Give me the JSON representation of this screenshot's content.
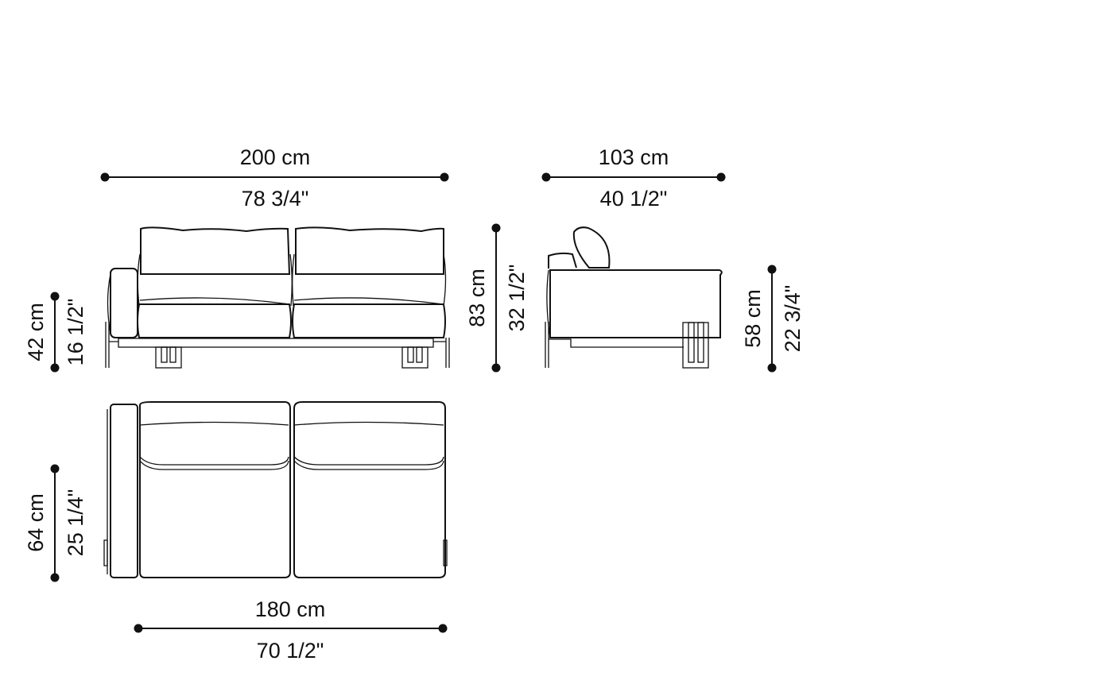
{
  "diagram": {
    "subject": "sofa dimension drawing",
    "views": [
      "front-view",
      "side-view",
      "top-view"
    ],
    "line_color": "#111111",
    "background": "#ffffff"
  },
  "dimensions": {
    "overall_width": {
      "metric": "200 cm",
      "imperial": "78 3/4\""
    },
    "overall_depth": {
      "metric": "103 cm",
      "imperial": "40 1/2\""
    },
    "overall_height": {
      "metric": "83 cm",
      "imperial": "32 1/2\""
    },
    "seat_height": {
      "metric": "42 cm",
      "imperial": "16 1/2\""
    },
    "arm_height": {
      "metric": "58 cm",
      "imperial": "22 3/4\""
    },
    "seat_depth": {
      "metric": "64 cm",
      "imperial": "25 1/4\""
    },
    "seat_width": {
      "metric": "180 cm",
      "imperial": "70 1/2\""
    }
  }
}
